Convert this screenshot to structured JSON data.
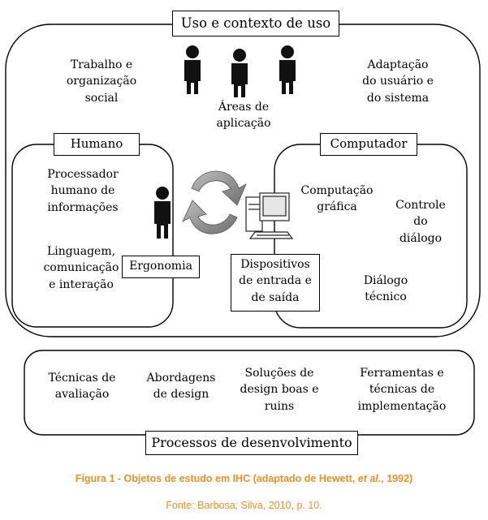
{
  "outer_title": "Uso e contexto de uso",
  "outer_labels": {
    "work": "Trabalho e\norganização\nsocial",
    "areas": "Áreas de\naplicação",
    "adaptation": "Adaptação\ndo usuário e\ndo sistema"
  },
  "human": {
    "title": "Humano",
    "processor": "Processador\nhumano de\ninformações",
    "language": "Linguagem,\ncomunicação\ne interação"
  },
  "ergonomics": "Ergonomia",
  "computer": {
    "title": "Computador",
    "graphics": "Computação\ngráfica",
    "dialogue_control": "Controle\ndo\ndiálogo",
    "technical_dialogue": "Diálogo\ntécnico"
  },
  "devices": "Dispositivos\nde entrada e\nde saída",
  "process": {
    "title": "Processos de desenvolvimento",
    "items": [
      "Técnicas de\navaliação",
      "Abordagens\nde design",
      "Soluções de\ndesign boas e\nruins",
      "Ferramentas e\ntécnicas de\nimplementação"
    ]
  },
  "caption": {
    "figure_prefix": "Figura 1 - Objetos de estudo em IHC (adaptado de Hewett, ",
    "figure_italic": "et al.",
    "figure_suffix": ", 1992)",
    "source": "Fonte: Barbosa; Silva, 2010, p. 10."
  },
  "colors": {
    "caption": "#e8902e",
    "arrow": "#8a8a8a",
    "figure": "#111111"
  },
  "icons": [
    "person-icon",
    "cycle-arrows-icon",
    "computer-icon"
  ]
}
